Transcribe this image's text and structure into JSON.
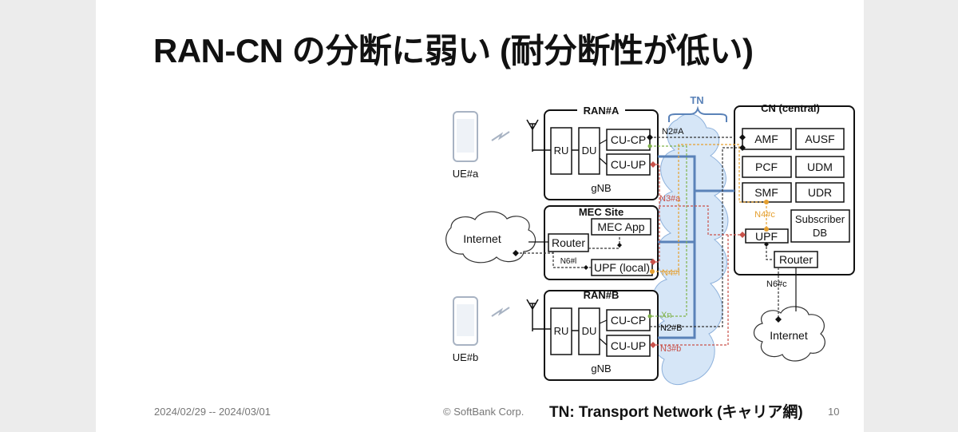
{
  "slide": {
    "title": "RAN-CN の分断に弱い (耐分断性が低い)",
    "date_range": "2024/02/29 -- 2024/03/01",
    "copyright": "© SoftBank Corp.",
    "footnote": "TN: Transport Network (キャリア網)",
    "page_number": "10"
  },
  "diagram": {
    "tn_label": "TN",
    "ue_a": "UE#a",
    "ue_b": "UE#b",
    "ran_a": {
      "title": "RAN#A",
      "ru": "RU",
      "du": "DU",
      "cu_cp": "CU-CP",
      "cu_up": "CU-UP",
      "gnb": "gNB"
    },
    "mec": {
      "title": "MEC Site",
      "mec_app": "MEC App",
      "router": "Router",
      "n6_label": "N6#l",
      "upf_local": "UPF (local)"
    },
    "ran_b": {
      "title": "RAN#B",
      "ru": "RU",
      "du": "DU",
      "cu_cp": "CU-CP",
      "cu_up": "CU-UP",
      "gnb": "gNB"
    },
    "cn": {
      "title": "CN (central)",
      "amf": "AMF",
      "ausf": "AUSF",
      "pcf": "PCF",
      "udm": "UDM",
      "smf": "SMF",
      "udr": "UDR",
      "subscriber_db_line1": "Subscriber",
      "subscriber_db_line2": "DB",
      "upf": "UPF",
      "router": "Router"
    },
    "internet_left": "Internet",
    "internet_right": "Internet",
    "labels": {
      "n2a": "N2#A",
      "n3a": "N3#a",
      "n4c": "N4#c",
      "n4l": "N4#l",
      "xn": "Xn",
      "n2b": "N2#B",
      "n3b": "N3#b",
      "n6c": "N6#c"
    },
    "colors": {
      "tn_cloud": "#d6e6f7",
      "tn_link": "#5a82b8",
      "n2_line": "#333333",
      "n3_line": "#c9524a",
      "n4_line": "#e5a030",
      "xn_line": "#7fb24a"
    }
  }
}
